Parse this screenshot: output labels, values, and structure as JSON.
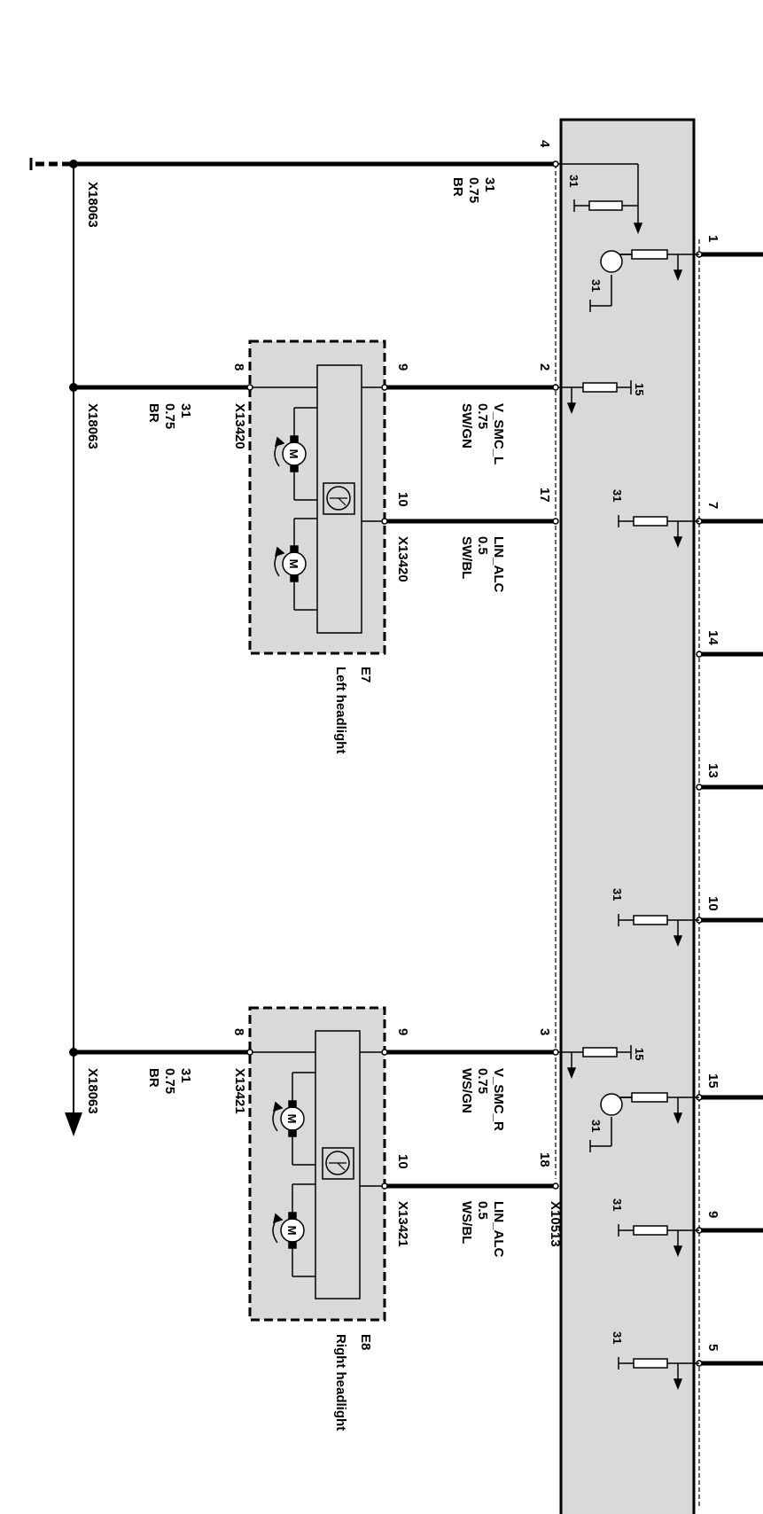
{
  "control_module": {
    "connector": "X10513",
    "right_pins": [
      "1",
      "7",
      "14",
      "13",
      "10",
      "15",
      "9",
      "5"
    ],
    "left_pins": [
      "4",
      "2",
      "17",
      "3",
      "18"
    ]
  },
  "ground_wire": {
    "connector": "X18063",
    "terminal": "31",
    "gauge": "0.75",
    "color": "BR"
  },
  "left_headlight": {
    "id": "E7",
    "name": "Left headlight",
    "connector": "X13420",
    "pins": {
      "ground": "8",
      "supply": "9",
      "lin": "10"
    },
    "supply_wire": {
      "signal": "V_SMC_L",
      "gauge": "0.75",
      "color": "SW/GN"
    },
    "lin_wire": {
      "signal": "LIN_ALC",
      "gauge": "0.5",
      "color": "SW/BL"
    }
  },
  "right_headlight": {
    "id": "E8",
    "name": "Right headlight",
    "connector": "X13421",
    "pins": {
      "ground": "8",
      "supply": "9",
      "lin": "10"
    },
    "supply_wire": {
      "signal": "V_SMC_R",
      "gauge": "0.75",
      "color": "WS/GN"
    },
    "lin_wire": {
      "signal": "LIN_ALC",
      "gauge": "0.5",
      "color": "WS/BL"
    }
  },
  "internal_labels": {
    "ground_terminal": "31",
    "supply_terminal": "15",
    "motor_symbol": "M"
  }
}
